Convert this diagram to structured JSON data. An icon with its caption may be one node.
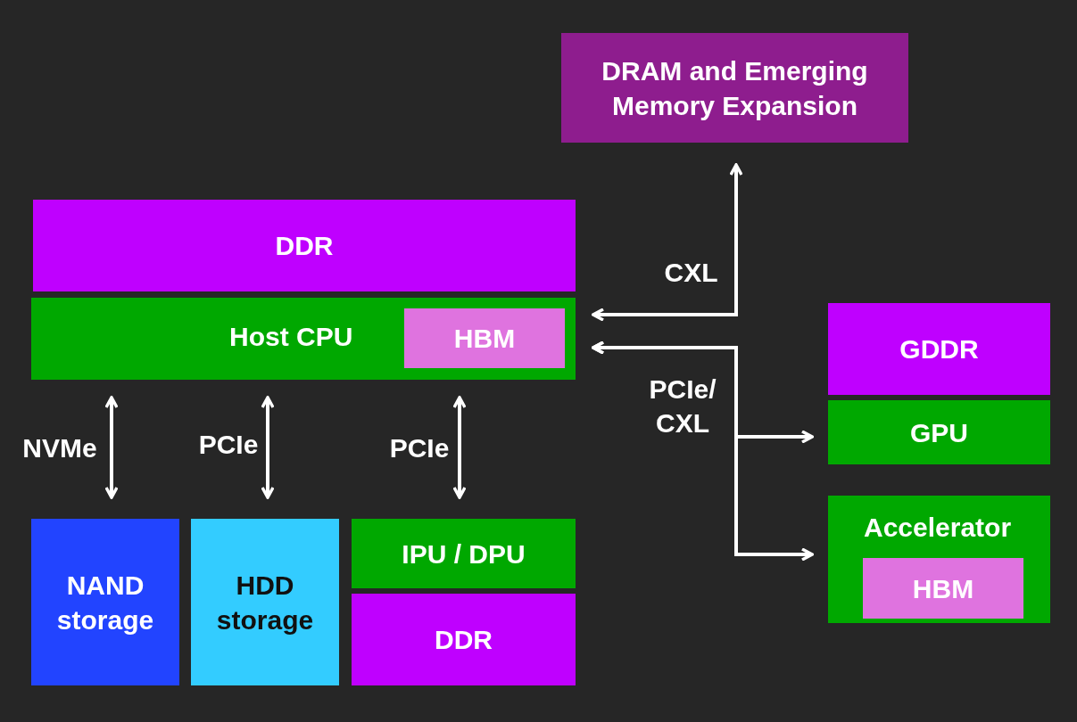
{
  "diagram": {
    "nodes": [
      {
        "text": [
          "DRAM and Emerging Memory Expansion"
        ]
      },
      {
        "text": [
          "DDR"
        ]
      },
      {
        "text": [
          "Host CPU"
        ]
      },
      {
        "text": [
          "HBM"
        ],
        "in": 2
      },
      {
        "text": [
          "GDDR"
        ]
      },
      {
        "text": [
          "GPU"
        ]
      },
      {
        "text": [
          "Accelerator"
        ]
      },
      {
        "text": [
          "HBM"
        ],
        "in": 6
      },
      {
        "text": [
          "NAND storage"
        ]
      },
      {
        "text": [
          "HDD storage"
        ]
      },
      {
        "text": [
          "IPU / DPU"
        ]
      },
      {
        "text": [
          "DDR"
        ]
      }
    ],
    "edges": [
      {
        "from": 2,
        "to": 8,
        "arrow": "both",
        "label": "NVMe"
      },
      {
        "from": 2,
        "to": 9,
        "arrow": "both",
        "label": "PCIe"
      },
      {
        "from": 2,
        "to": 10,
        "arrow": "both",
        "label": "PCIe"
      },
      {
        "from": 2,
        "to": 0,
        "arrow": "both",
        "label": "CXL"
      },
      {
        "from": 2,
        "to": 5,
        "arrow": "both",
        "label": "PCIe/ CXL"
      },
      {
        "from": 2,
        "to": 6,
        "arrow": "both"
      }
    ]
  }
}
